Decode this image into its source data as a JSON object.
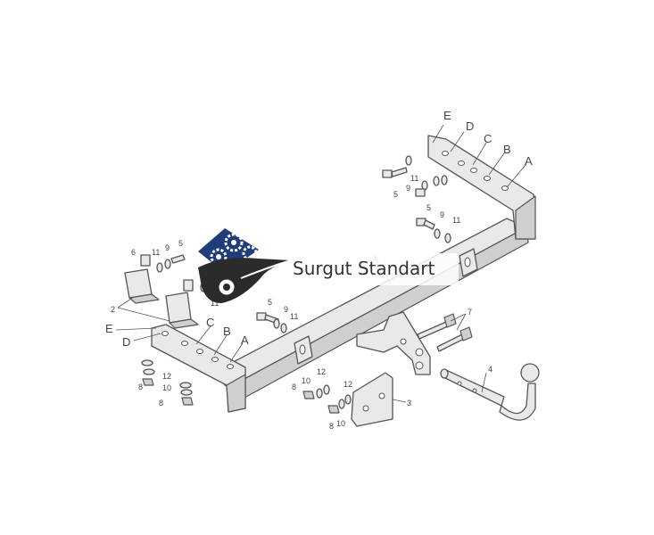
{
  "diagram": {
    "labels": {
      "part_1": "1",
      "part_2": "2",
      "part_3": "3",
      "part_4": "4",
      "part_5a": "5",
      "part_5b": "5",
      "part_5c": "5",
      "part_5d": "5",
      "part_6": "6",
      "part_7": "7",
      "part_8a": "8",
      "part_8b": "8",
      "part_8c": "8",
      "part_8d": "8",
      "part_9a": "9",
      "part_9b": "9",
      "part_9c": "9",
      "part_9d": "9",
      "part_10a": "10",
      "part_10b": "10",
      "part_10c": "10",
      "part_11a": "11",
      "part_11b": "11",
      "part_11c": "11",
      "part_11d": "11",
      "part_11e": "11",
      "part_12a": "12",
      "part_12b": "12",
      "part_12c": "12",
      "right_A": "A",
      "right_B": "B",
      "right_C": "C",
      "right_D": "D",
      "right_E": "E",
      "left_A": "A",
      "left_B": "B",
      "left_C": "C",
      "left_D": "D",
      "left_E": "E"
    },
    "watermark": {
      "text": "Surgut Standart",
      "colors": {
        "gear_blue": "#1f3d7a",
        "car_dark": "#2b2b2b"
      }
    }
  }
}
